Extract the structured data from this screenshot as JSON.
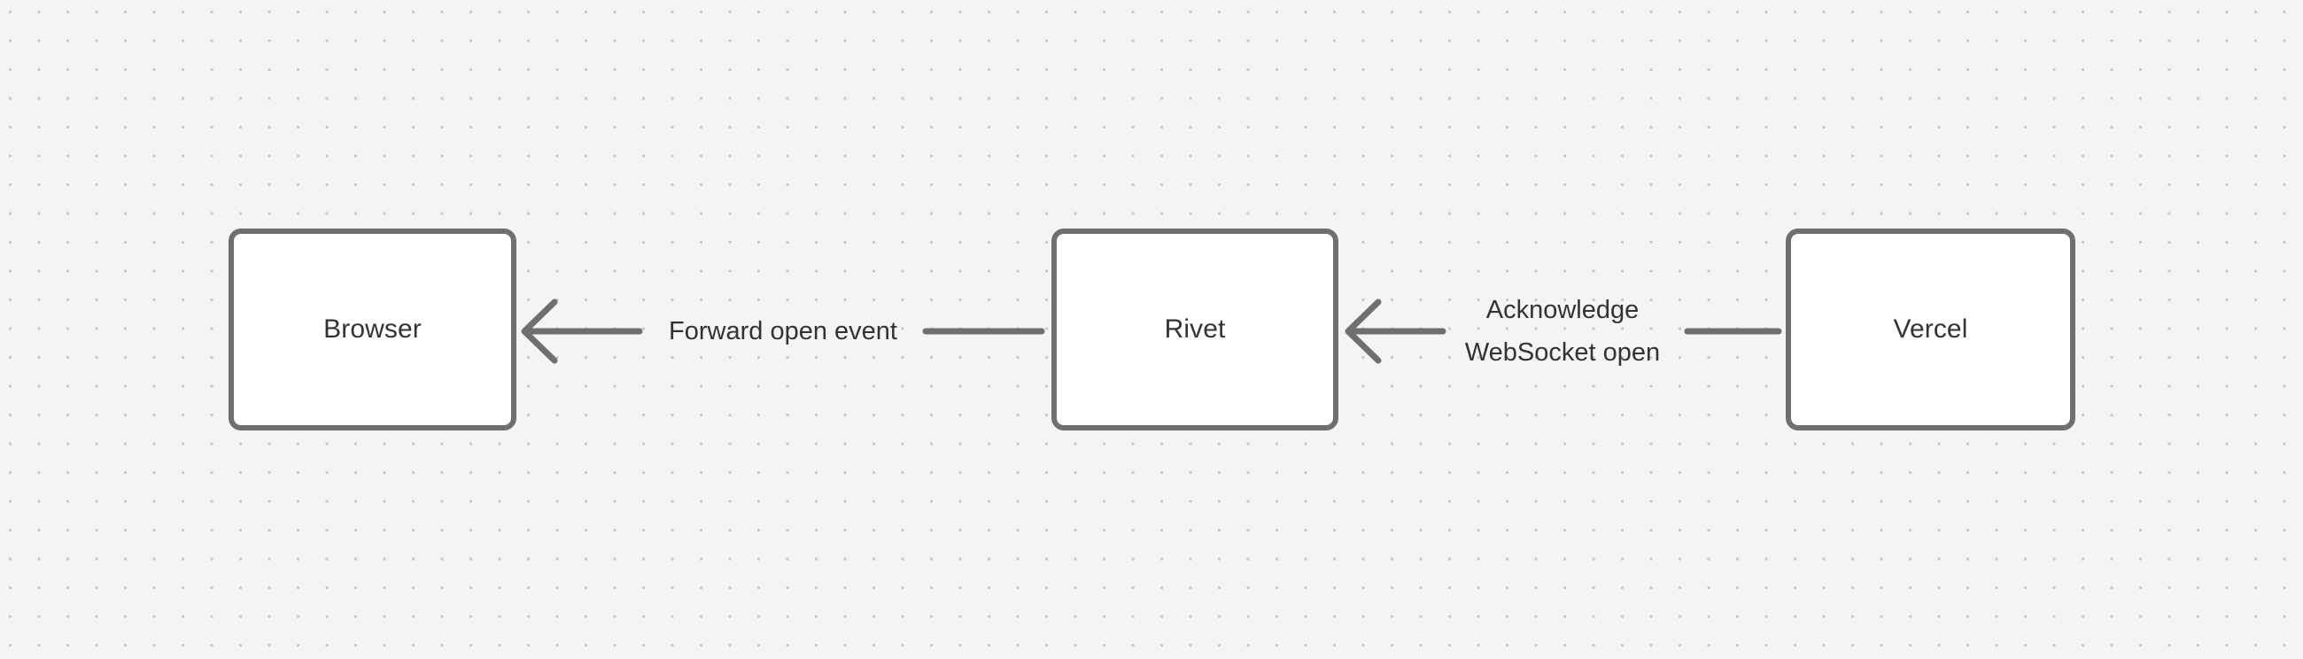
{
  "diagram": {
    "type": "flowchart",
    "direction": "right-to-left",
    "background_color": "#f4f4f4",
    "dot_color": "#c8c8c8",
    "node_border_color": "#6f6f6f",
    "node_fill_color": "#ffffff",
    "edge_color": "#6f6f6f",
    "text_color": "#333333",
    "nodes": [
      {
        "id": "browser",
        "label": "Browser"
      },
      {
        "id": "rivet",
        "label": "Rivet"
      },
      {
        "id": "vercel",
        "label": "Vercel"
      }
    ],
    "edges": [
      {
        "id": "edge-1",
        "from": "rivet",
        "to": "browser",
        "label": "Forward open event",
        "arrow": "left"
      },
      {
        "id": "edge-2",
        "from": "vercel",
        "to": "rivet",
        "label": "Acknowledge\nWebSocket open",
        "arrow": "left"
      }
    ]
  }
}
